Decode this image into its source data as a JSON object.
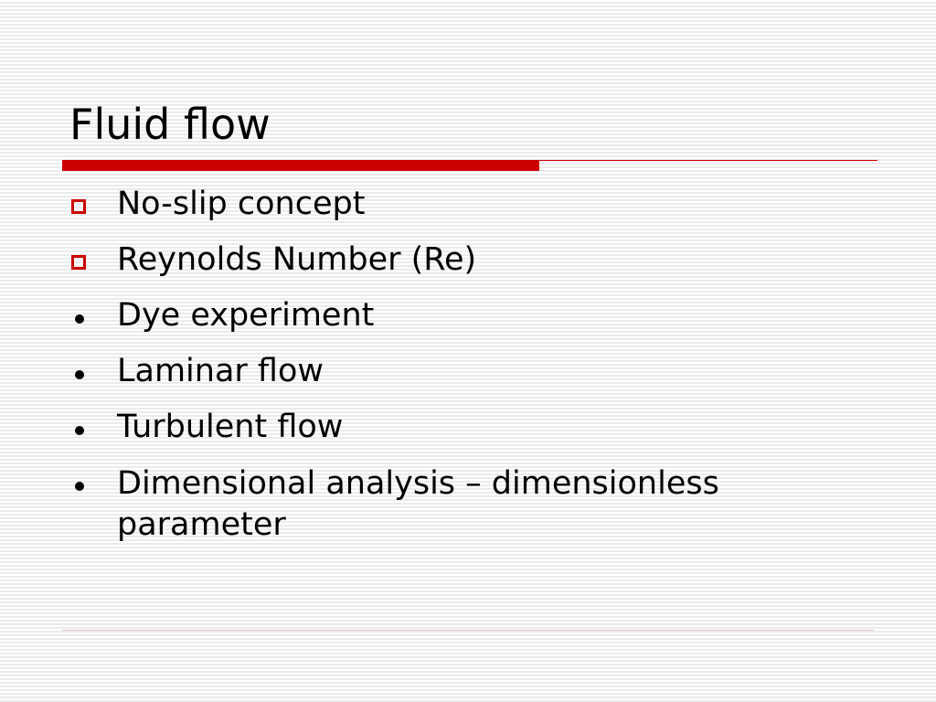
{
  "slide": {
    "title": "Fluid flow",
    "accent_color": "#cc0000",
    "items": [
      {
        "marker": "hollow-square-icon",
        "text": "No-slip concept"
      },
      {
        "marker": "hollow-square-icon",
        "text": "Reynolds Number (Re)"
      },
      {
        "marker": "dot-bullet-icon",
        "text": "Dye experiment"
      },
      {
        "marker": "dot-bullet-icon",
        "text": "Laminar flow"
      },
      {
        "marker": "dot-bullet-icon",
        "text": "Turbulent flow"
      },
      {
        "marker": "dot-bullet-icon",
        "text": "Dimensional analysis – dimensionless parameter"
      }
    ]
  }
}
